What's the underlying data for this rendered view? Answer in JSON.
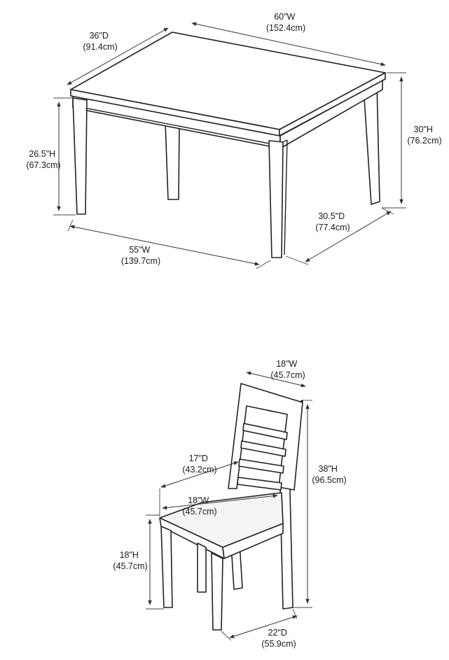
{
  "table": {
    "top_width": {
      "line1": "60\"W",
      "line2": "(152.4cm)"
    },
    "top_depth": {
      "line1": "36\"D",
      "line2": "(91.4cm)"
    },
    "height": {
      "line1": "30\"H",
      "line2": "(76.2cm)"
    },
    "apron_height": {
      "line1": "26.5\"H",
      "line2": "(67.3cm)"
    },
    "leg_width": {
      "line1": "55\"W",
      "line2": "(139.7cm)"
    },
    "leg_depth": {
      "line1": "30.5\"D",
      "line2": "(77.4cm)"
    }
  },
  "chair": {
    "back_width": {
      "line1": "18\"W",
      "line2": "(45.7cm)"
    },
    "seat_depth": {
      "line1": "17\"D",
      "line2": "(43.2cm)"
    },
    "seat_width": {
      "line1": "18\"W",
      "line2": "(45.7cm)"
    },
    "height": {
      "line1": "38\"H",
      "line2": "(96.5cm)"
    },
    "seat_height": {
      "line1": "18\"H",
      "line2": "(45.7cm)"
    },
    "base_depth": {
      "line1": "22\"D",
      "line2": "(55.9cm)"
    }
  }
}
